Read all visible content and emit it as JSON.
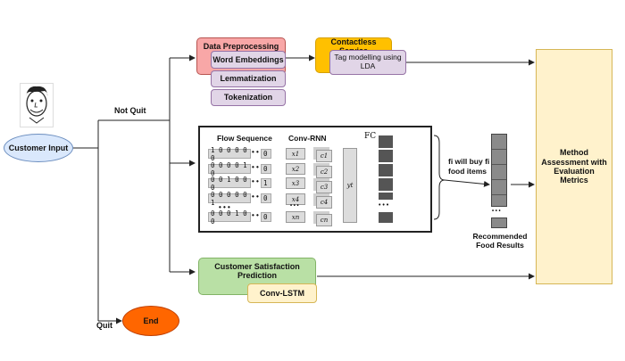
{
  "customer_input": "Customer Input",
  "end": "End",
  "branch_not_quit": "Not Quit",
  "branch_quit": "Quit",
  "data_preprocessing": {
    "title": "Data Preprocessing",
    "items": [
      "Word Embeddings",
      "Lemmatization",
      "Tokenization"
    ]
  },
  "contactless_service": {
    "title": "Contactless Service",
    "item": "Tag modelling using LDA"
  },
  "network": {
    "flow_sequence_label": "Flow Sequence",
    "conv_rnn_label": "Conv-RNN",
    "fc_label": "FC",
    "sequences": [
      "1 0 0 0 0 0",
      "0 0 0 0 1 0",
      "0 0 1 0 0 0",
      "0 0 0 0 0 1",
      "0 0 0 1 0 0"
    ],
    "seq_tail": [
      "0",
      "0",
      "1",
      "0",
      "0"
    ],
    "x_labels": [
      "x1",
      "x2",
      "x3",
      "x4",
      "xn"
    ],
    "c_labels": [
      "c1",
      "c2",
      "c3",
      "c4",
      "cn"
    ],
    "y_label": "yt",
    "ellipsis": "• • •"
  },
  "buy_note": "fi will buy fi food items",
  "recommended": "Recommended Food Results",
  "satisfaction": {
    "title": "Customer Satisfaction Prediction",
    "item": "Conv-LSTM"
  },
  "method_assessment": "Method Assessment with Evaluation Metrics",
  "colors": {
    "preprocessing": "#f4cccc",
    "preprocessing_title_bg": "#ea9999",
    "lilac": "#e1d5e7",
    "orange": "#ffc000",
    "yellow": "#fff2cc",
    "green": "#d5e8d4",
    "blue_ellipse": "#dae8fc",
    "end": "#ff6600"
  }
}
